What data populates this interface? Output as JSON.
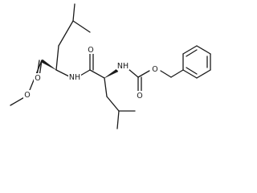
{
  "molecule": {
    "atom_labels": {
      "ester_carbonyl_oxygen": "O",
      "ester_ether_oxygen": "O",
      "amide_nh": "NH",
      "amide_carbonyl_oxygen": "O",
      "carbamate_nh": "NH",
      "carbamate_ether_oxygen": "O",
      "carbamate_carbonyl_oxygen": "O"
    }
  }
}
